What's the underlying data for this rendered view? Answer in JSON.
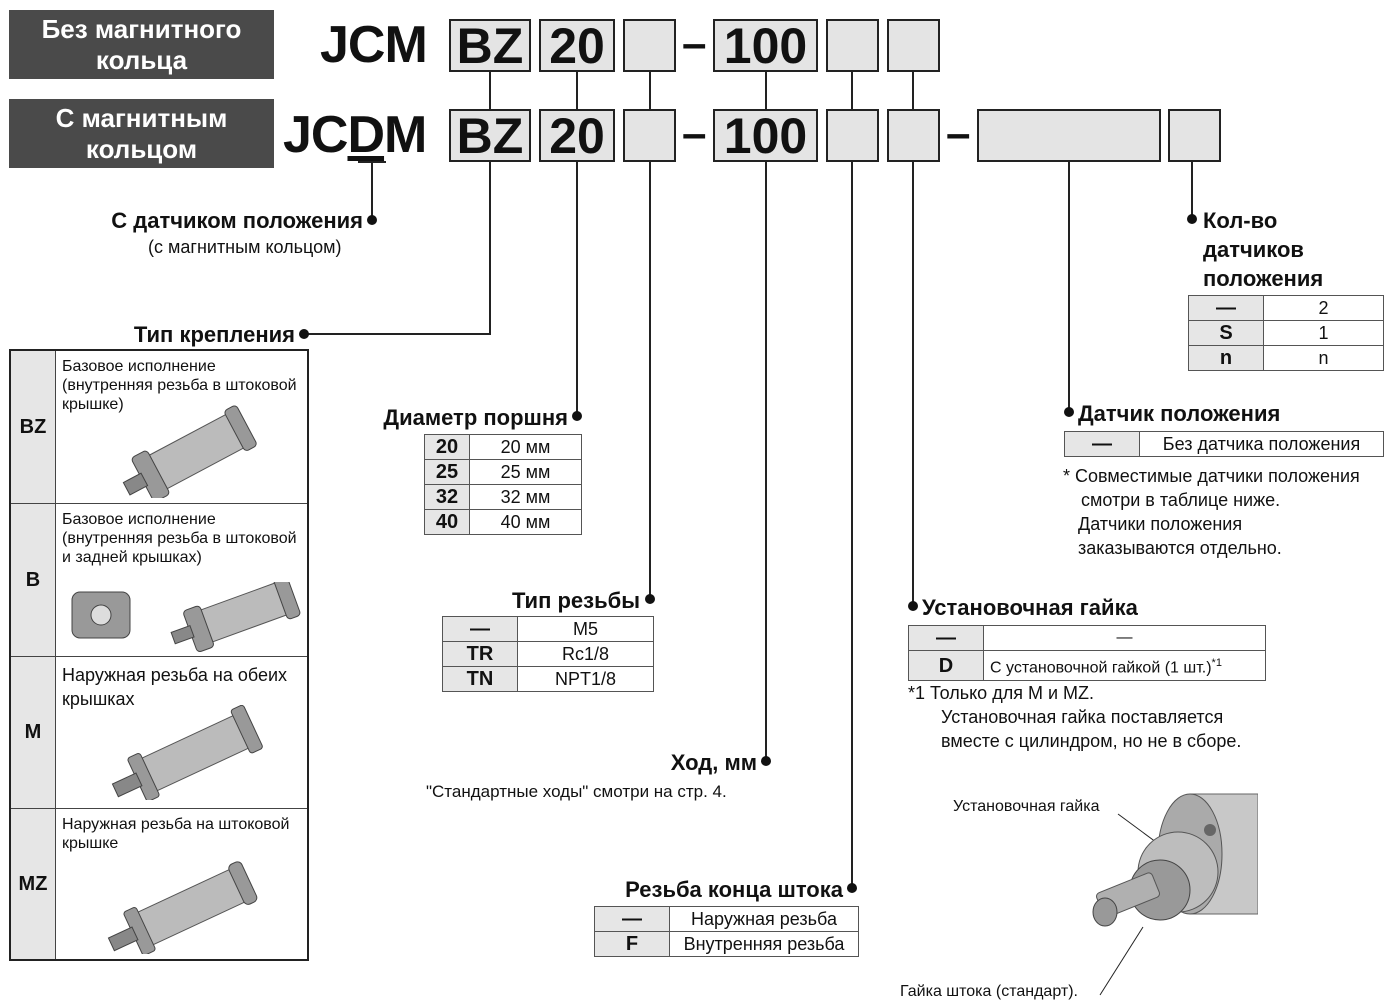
{
  "labels": {
    "without_magnet": [
      "Без магнитного",
      "кольца"
    ],
    "with_magnet": [
      "С магнитным",
      "кольцом"
    ]
  },
  "codes": {
    "row1_prefix": "JCM",
    "row2_prefix_a": "JC",
    "row2_prefix_d": "D",
    "row2_prefix_b": "M",
    "mount": "BZ",
    "bore": "20",
    "stroke": "100",
    "dash": "–"
  },
  "switch_option": {
    "title": "С датчиком положения",
    "subtitle": "(с магнитным кольцом)"
  },
  "mounting": {
    "title": "Тип крепления",
    "rows": [
      {
        "key": "BZ",
        "desc": "Базовое исполнение (внутренняя резьба в штоковой крышке)"
      },
      {
        "key": "B",
        "desc": "Базовое исполнение (внутренняя резьба в штоковой и задней крышках)"
      },
      {
        "key": "M",
        "desc": "Наружная резьба на обеих крышках"
      },
      {
        "key": "MZ",
        "desc": "Наружная резьба на штоковой крышке"
      }
    ]
  },
  "bore": {
    "title": "Диаметр поршня",
    "rows": [
      {
        "key": "20",
        "value": "20 мм"
      },
      {
        "key": "25",
        "value": "25 мм"
      },
      {
        "key": "32",
        "value": "32 мм"
      },
      {
        "key": "40",
        "value": "40 мм"
      }
    ]
  },
  "port_thread": {
    "title": "Тип резьбы",
    "rows": [
      {
        "key": "—",
        "value": "M5"
      },
      {
        "key": "TR",
        "value": "Rc1/8"
      },
      {
        "key": "TN",
        "value": "NPT1/8"
      }
    ]
  },
  "stroke": {
    "title": "Ход, мм",
    "note": "\"Стандартные ходы\" смотри на стр. 4."
  },
  "rod_end": {
    "title": "Резьба конца штока",
    "rows": [
      {
        "key": "—",
        "value": "Наружная резьба"
      },
      {
        "key": "F",
        "value": "Внутренняя резьба"
      }
    ]
  },
  "mount_nut": {
    "title": "Установочная гайка",
    "rows": [
      {
        "key": "—",
        "value": "—"
      },
      {
        "key": "D",
        "value": "С установочной гайкой (1 шт.)",
        "sup": "*1"
      }
    ],
    "note_lines": [
      "*1  Только для M и MZ.",
      "Установочная гайка поставляется",
      "вместе с цилиндром, но не в сборе."
    ],
    "callout_nut": "Установочная гайка",
    "callout_rod_nut": "Гайка штока (стандарт)."
  },
  "auto_switch": {
    "title": "Датчик положения",
    "rows": [
      {
        "key": "—",
        "value": "Без датчика положения"
      }
    ],
    "note_lines": [
      "*  Совместимые датчики положения",
      "смотри в таблице ниже.",
      "Датчики положения",
      "заказываются отдельно."
    ]
  },
  "switch_count": {
    "title_lines": [
      "Кол-во",
      "датчиков",
      "положения"
    ],
    "rows": [
      {
        "key": "—",
        "value": "2"
      },
      {
        "key": "S",
        "value": "1"
      },
      {
        "key": "n",
        "value": "n"
      }
    ]
  }
}
